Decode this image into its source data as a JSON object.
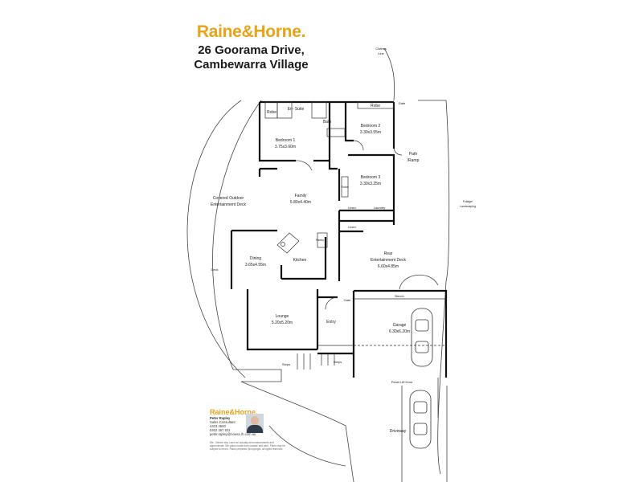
{
  "header": {
    "brand": "Raine&Horne.",
    "address_line1": "26 Goorama Drive,",
    "address_line2": "Cambewarra Village"
  },
  "rooms": {
    "robe_ensuite": "Robe",
    "ensuite": "En-\nSuite",
    "bath": "Bath",
    "robe_top": "Robe",
    "bedroom2": "Bedroom 2",
    "bedroom2_size": "3.30x3.55m",
    "bedroom1": "Bedroom 1",
    "bedroom1_size": "3.75x3.60m",
    "bedroom3": "Bedroom 3",
    "bedroom3_size": "3.30x3.25m",
    "robe_side": "Robe",
    "family": "Family",
    "family_size": "5.80x4.40m",
    "linen1": "Linen",
    "laundry": "Laundry",
    "linen2": "Linen",
    "pantry": "Pantry",
    "dining": "Dining",
    "dining_size": "3.65x4.55m",
    "kitchen": "Kitchen",
    "rear_deck": "Rear",
    "rear_deck2": "Entertainment Deck",
    "rear_deck_size": "6.60x4.85m",
    "lounge": "Lounge",
    "lounge_size": "5.20x5.20m",
    "entry": "Entry",
    "garage": "Garage",
    "garage_size": "6.30x6.20m",
    "bench": "Bench",
    "gate1": "Gate",
    "gate2": "Gate",
    "path": "Path",
    "ramp": "/Ramp",
    "clothes1": "Clothes",
    "clothes2": "Line",
    "covered1": "Covered Outdoor",
    "covered2": "Entertainment Deck",
    "deck": "Deck",
    "steps1": "Steps",
    "steps2": "Steps",
    "panel_door": "Panel Lift Door",
    "driveway": "Driveway",
    "foliage1": "Foliage/",
    "foliage2": "Landscaping"
  },
  "agent": {
    "brand": "Raine&Horne.",
    "name": "Peter Rapley",
    "role": "Sales Consultant",
    "phone1": "4423 4600",
    "phone2": "0402 267 631",
    "email": "peter.rapley@nowra.rh.com.au",
    "disclaimer": "We - Before any Land we actually all measurements and approximate. We plans made from outside and cant, Plans may be subject to errors. Plans prepared @copyright, all rights reserved."
  },
  "colors": {
    "brand": "#e8a317",
    "wall": "#111111"
  }
}
